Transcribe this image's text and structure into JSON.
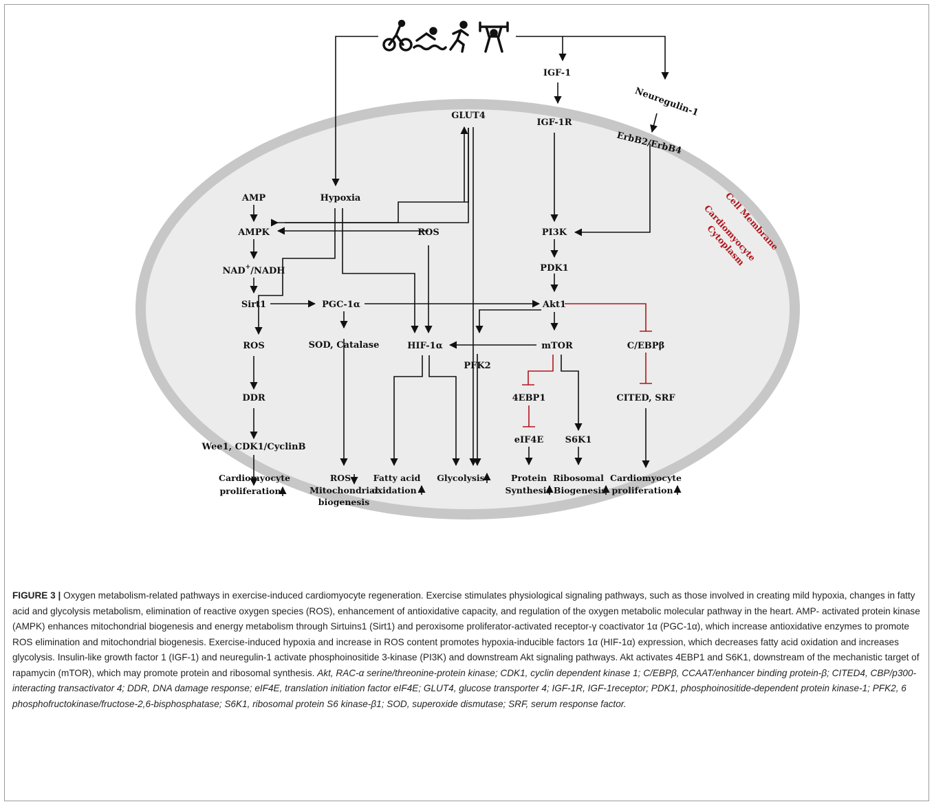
{
  "diagram": {
    "exercise_icons": [
      "cycling-icon",
      "swimming-icon",
      "running-icon",
      "weightlifting-icon"
    ],
    "extracellular": {
      "igf1": "IGF-1",
      "neuregulin": "Neuregulin-1"
    },
    "membrane": {
      "glut4": "GLUT4",
      "igf1r": "IGF-1R",
      "erbb": "ErbB2/ErbB4",
      "cell_membrane_label": "Cell Membrane",
      "cytoplasm_label_1": "Cardiomyocyte",
      "cytoplasm_label_2": "Cytoplasm"
    },
    "nodes": {
      "amp": "AMP",
      "hypoxia": "Hypoxia",
      "ampk": "AMPK",
      "ros_mid": "ROS",
      "pi3k": "PI3K",
      "nad_base": "NAD",
      "nad_sup": "+",
      "nad_rest": "/NADH",
      "pdk1": "PDK1",
      "sirt1": "Sirt1",
      "pgc": "PGC-1α",
      "akt1": "Akt1",
      "ros_left": "ROS",
      "sod": "SOD, Catalase",
      "hif": "HIF-1α",
      "mtor": "mTOR",
      "cebp": "C/EBPβ",
      "pfk2": "PFK2",
      "ddr": "DDR",
      "ebp1": "4EBP1",
      "cited": "CITED, SRF",
      "wee1": "Wee1, CDK1/CyclinB",
      "eif4e": "eIF4E",
      "s6k1": "S6K1"
    },
    "outputs": {
      "prolif_left_1": "Cardiomyocyte",
      "prolif_left_2": "proliferation",
      "ros_down": "ROS",
      "mito_1": "Mitochondrial",
      "mito_2": "biogenesis",
      "fa_1": "Fatty acid",
      "fa_2": "oxidation",
      "glyco": "Glycolysis",
      "prot_1": "Protein",
      "prot_2": "Synthesis",
      "ribo_1": "Ribosomal",
      "ribo_2": "Biogenesis",
      "prolif_right_1": "Cardiomyocyte",
      "prolif_right_2": "proliferation"
    },
    "colors": {
      "membrane": "#c7c7c7",
      "cytoplasm": "#ececec",
      "inhibition": "#b0141c",
      "text": "#111111"
    }
  },
  "caption": {
    "label": "FIGURE 3 |",
    "text": "Oxygen metabolism-related pathways in exercise-induced cardiomyocyte regeneration. Exercise stimulates physiological signaling pathways, such as those involved in creating mild hypoxia, changes in fatty acid and glycolysis metabolism, elimination of reactive oxygen species (ROS), enhancement of antioxidative capacity, and regulation of the oxygen metabolic molecular pathway in the heart. AMP- activated protein kinase (AMPK) enhances mitochondrial biogenesis and energy metabolism through Sirtuins1 (Sirt1) and peroxisome proliferator-activated receptor-γ coactivator 1α (PGC-1α), which increase antioxidative enzymes to promote ROS elimination and mitochondrial biogenesis. Exercise-induced hypoxia and increase in ROS content promotes hypoxia-inducible factors 1α (HIF-1α) expression, which decreases fatty acid oxidation and increases glycolysis. Insulin-like growth factor 1 (IGF-1) and neuregulin-1 activate phosphoinositide 3-kinase (PI3K) and downstream Akt signaling pathways. Akt activates 4EBP1 and S6K1, downstream of the mechanistic target of rapamycin (mTOR), which may promote protein and ribosomal synthesis.",
    "abbreviations": "Akt, RAC-α serine/threonine-protein kinase; CDK1, cyclin dependent kinase 1; C/EBPβ, CCAAT/enhancer binding protein-β; CITED4, CBP/p300-interacting transactivator 4; DDR, DNA damage response; eIF4E, translation initiation factor eIF4E; GLUT4, glucose transporter 4; IGF-1R, IGF-1receptor; PDK1, phosphoinositide-dependent protein kinase-1; PFK2, 6 phosphofructokinase/fructose-2,6-bisphosphatase; S6K1, ribosomal protein S6 kinase-β1; SOD, superoxide dismutase; SRF, serum response factor."
  }
}
